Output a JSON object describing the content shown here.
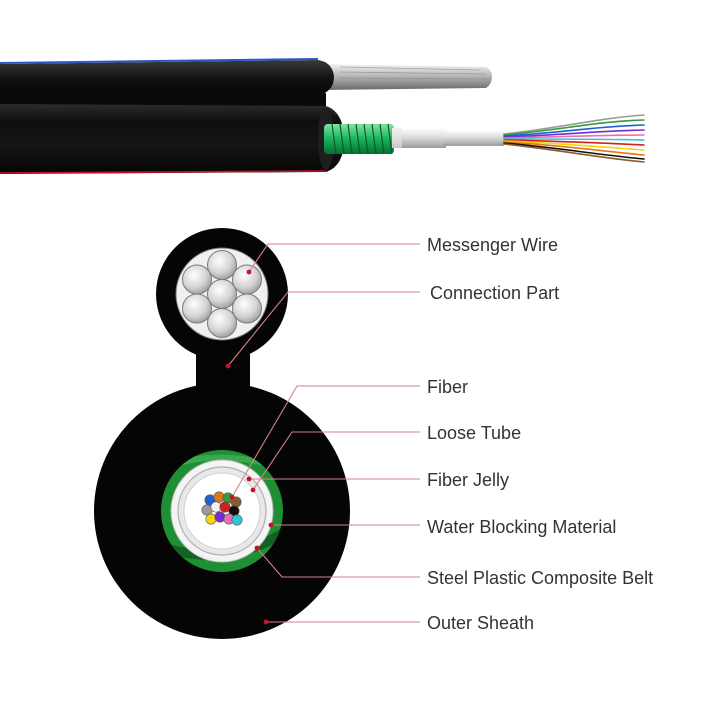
{
  "labels": {
    "messenger_wire": "Messenger Wire",
    "connection_part": "Connection Part",
    "fiber": "Fiber",
    "loose_tube": "Loose Tube",
    "fiber_jelly": "Fiber Jelly",
    "water_blocking_material": "Water Blocking Material",
    "steel_plastic_composite_belt": "Steel Plastic Composite Belt",
    "outer_sheath": "Outer Sheath"
  },
  "colors": {
    "sheath": "#050505",
    "leader_line": "#d4808c",
    "leader_dot": "#c8102e",
    "label_text": "#333333",
    "steel_belt": "#2a9a3a",
    "messenger_strand": "#d0d0d0",
    "loose_tube_fill": "#e8e8e8"
  },
  "fiber_colors": [
    "#1f5fd6",
    "#e07a10",
    "#2f9d3a",
    "#8a5a2b",
    "#9a9a9a",
    "#f2f2f2",
    "#d41f1f",
    "#111111",
    "#f5d60a",
    "#7a2ccf",
    "#e96fb0",
    "#2fc7d6"
  ]
}
